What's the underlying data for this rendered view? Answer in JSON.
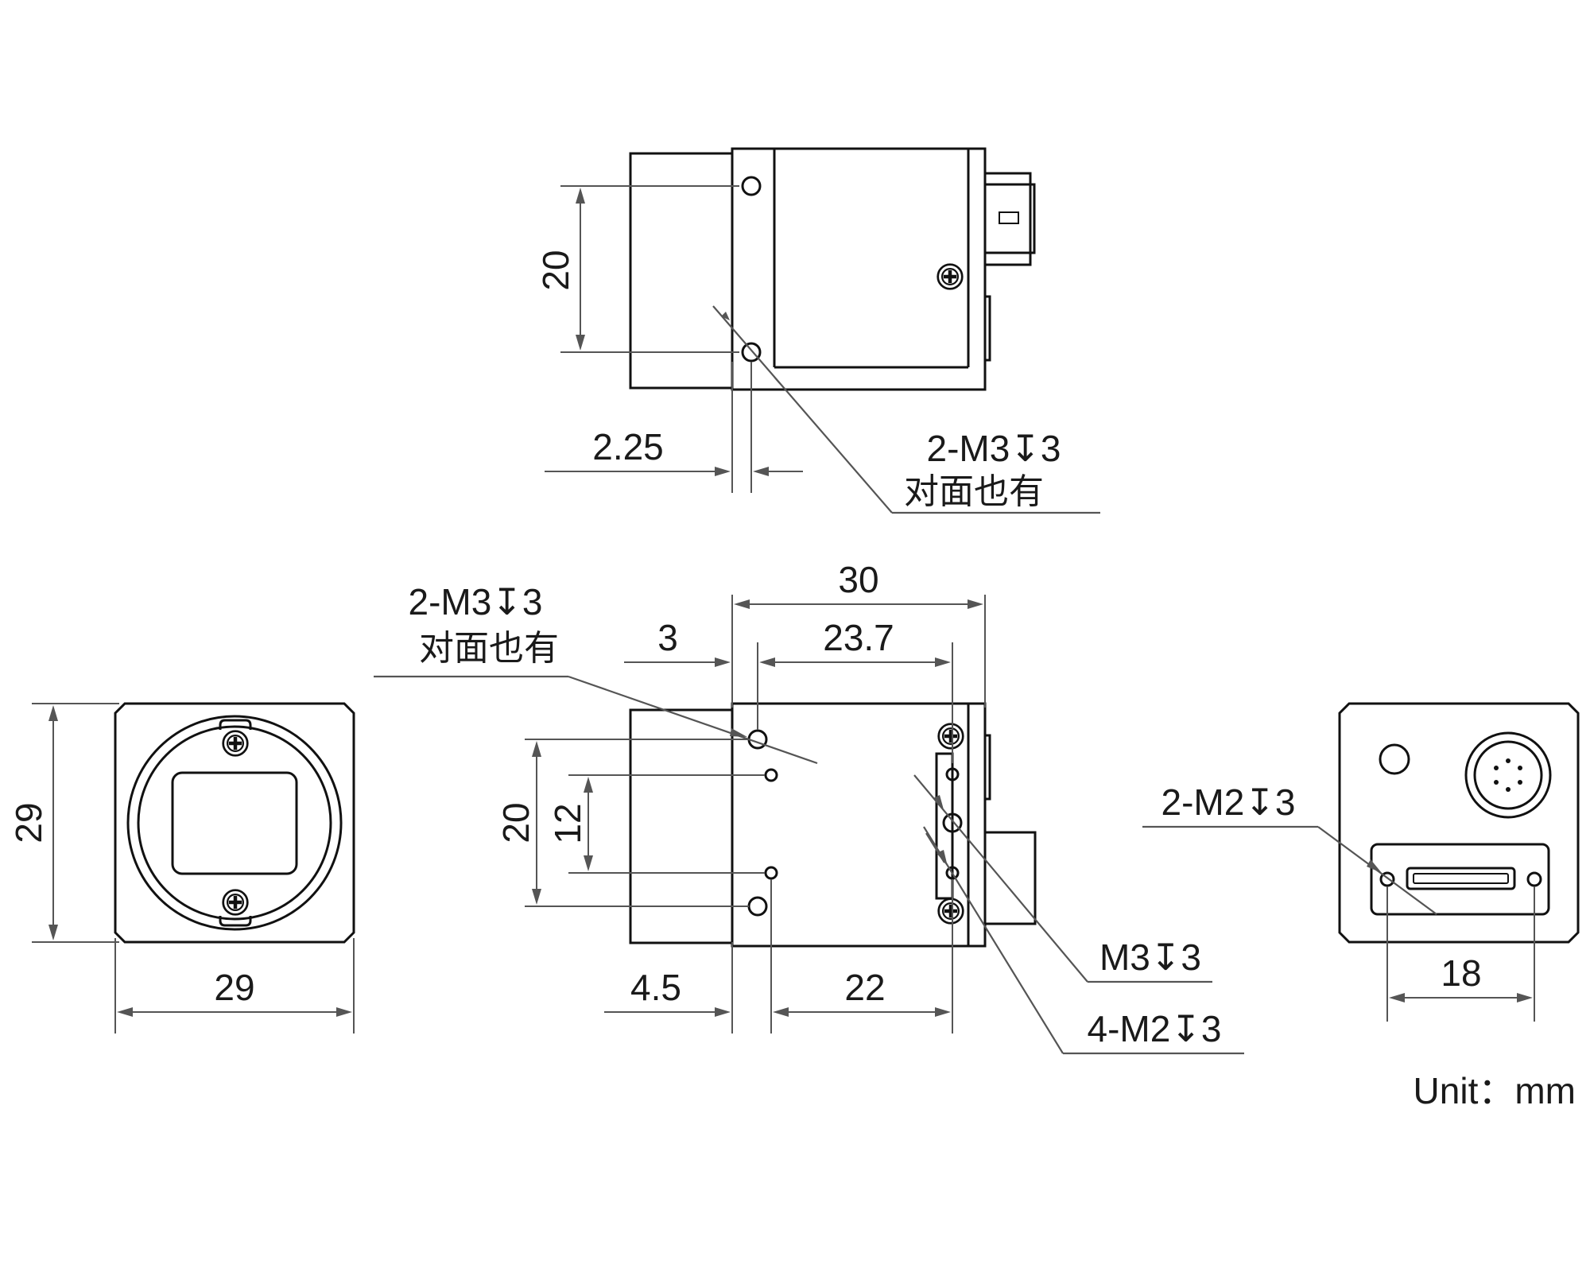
{
  "top_view": {
    "dim_hole_spacing": "20",
    "dim_hole_offset": "2.25",
    "callout_holes": "2-M3↧3",
    "callout_note": "对面也有"
  },
  "front_view": {
    "dim_height": "29",
    "dim_width": "29"
  },
  "side_view": {
    "dim_length": "30",
    "dim_body_length": "23.7",
    "dim_lens_step": "3",
    "dim_outer_holes": "20",
    "dim_inner_holes": "12",
    "dim_front_offset": "4.5",
    "dim_hole_pitch": "22",
    "callout_top_holes": "2-M3↧3",
    "callout_top_note": "对面也有",
    "callout_m3": "M3↧3",
    "callout_m2": "4-M2↧3"
  },
  "rear_view": {
    "callout_holes": "2-M2↧3",
    "dim_hole_spacing": "18"
  },
  "unit_label": "Unit：mm"
}
